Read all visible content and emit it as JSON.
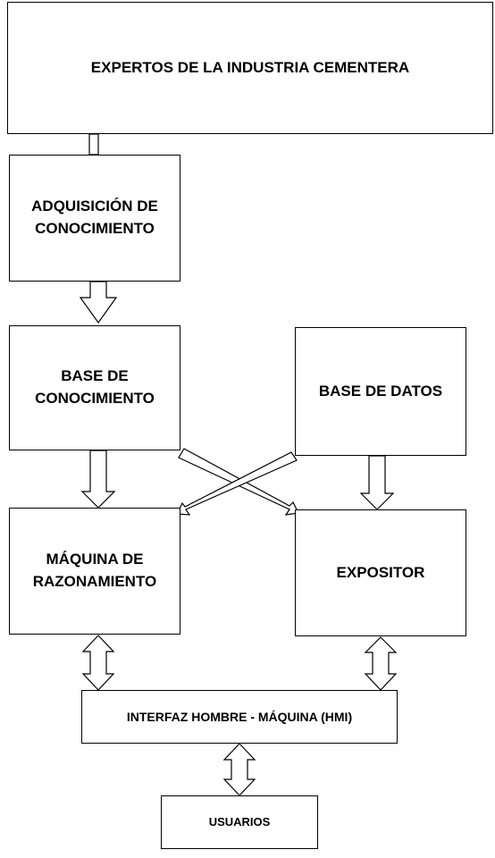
{
  "boxes": {
    "expertos": [
      "EXPERTOS DE LA INDUSTRIA CEMENTERA"
    ],
    "adquisicion": [
      "ADQUISICIÓN DE",
      "CONOCIMIENTO"
    ],
    "base_conocimiento": [
      "BASE DE",
      "CONOCIMIENTO"
    ],
    "base_datos": [
      "BASE DE DATOS"
    ],
    "maquina": [
      "MÁQUINA DE",
      "RAZONAMIENTO"
    ],
    "expositor": [
      "EXPOSITOR"
    ],
    "hmi": [
      "INTERFAZ HOMBRE - MÁQUINA (HMI)"
    ],
    "usuarios": [
      "USUARIOS"
    ]
  },
  "colors": {
    "stroke": "#000000",
    "background": "#ffffff"
  }
}
